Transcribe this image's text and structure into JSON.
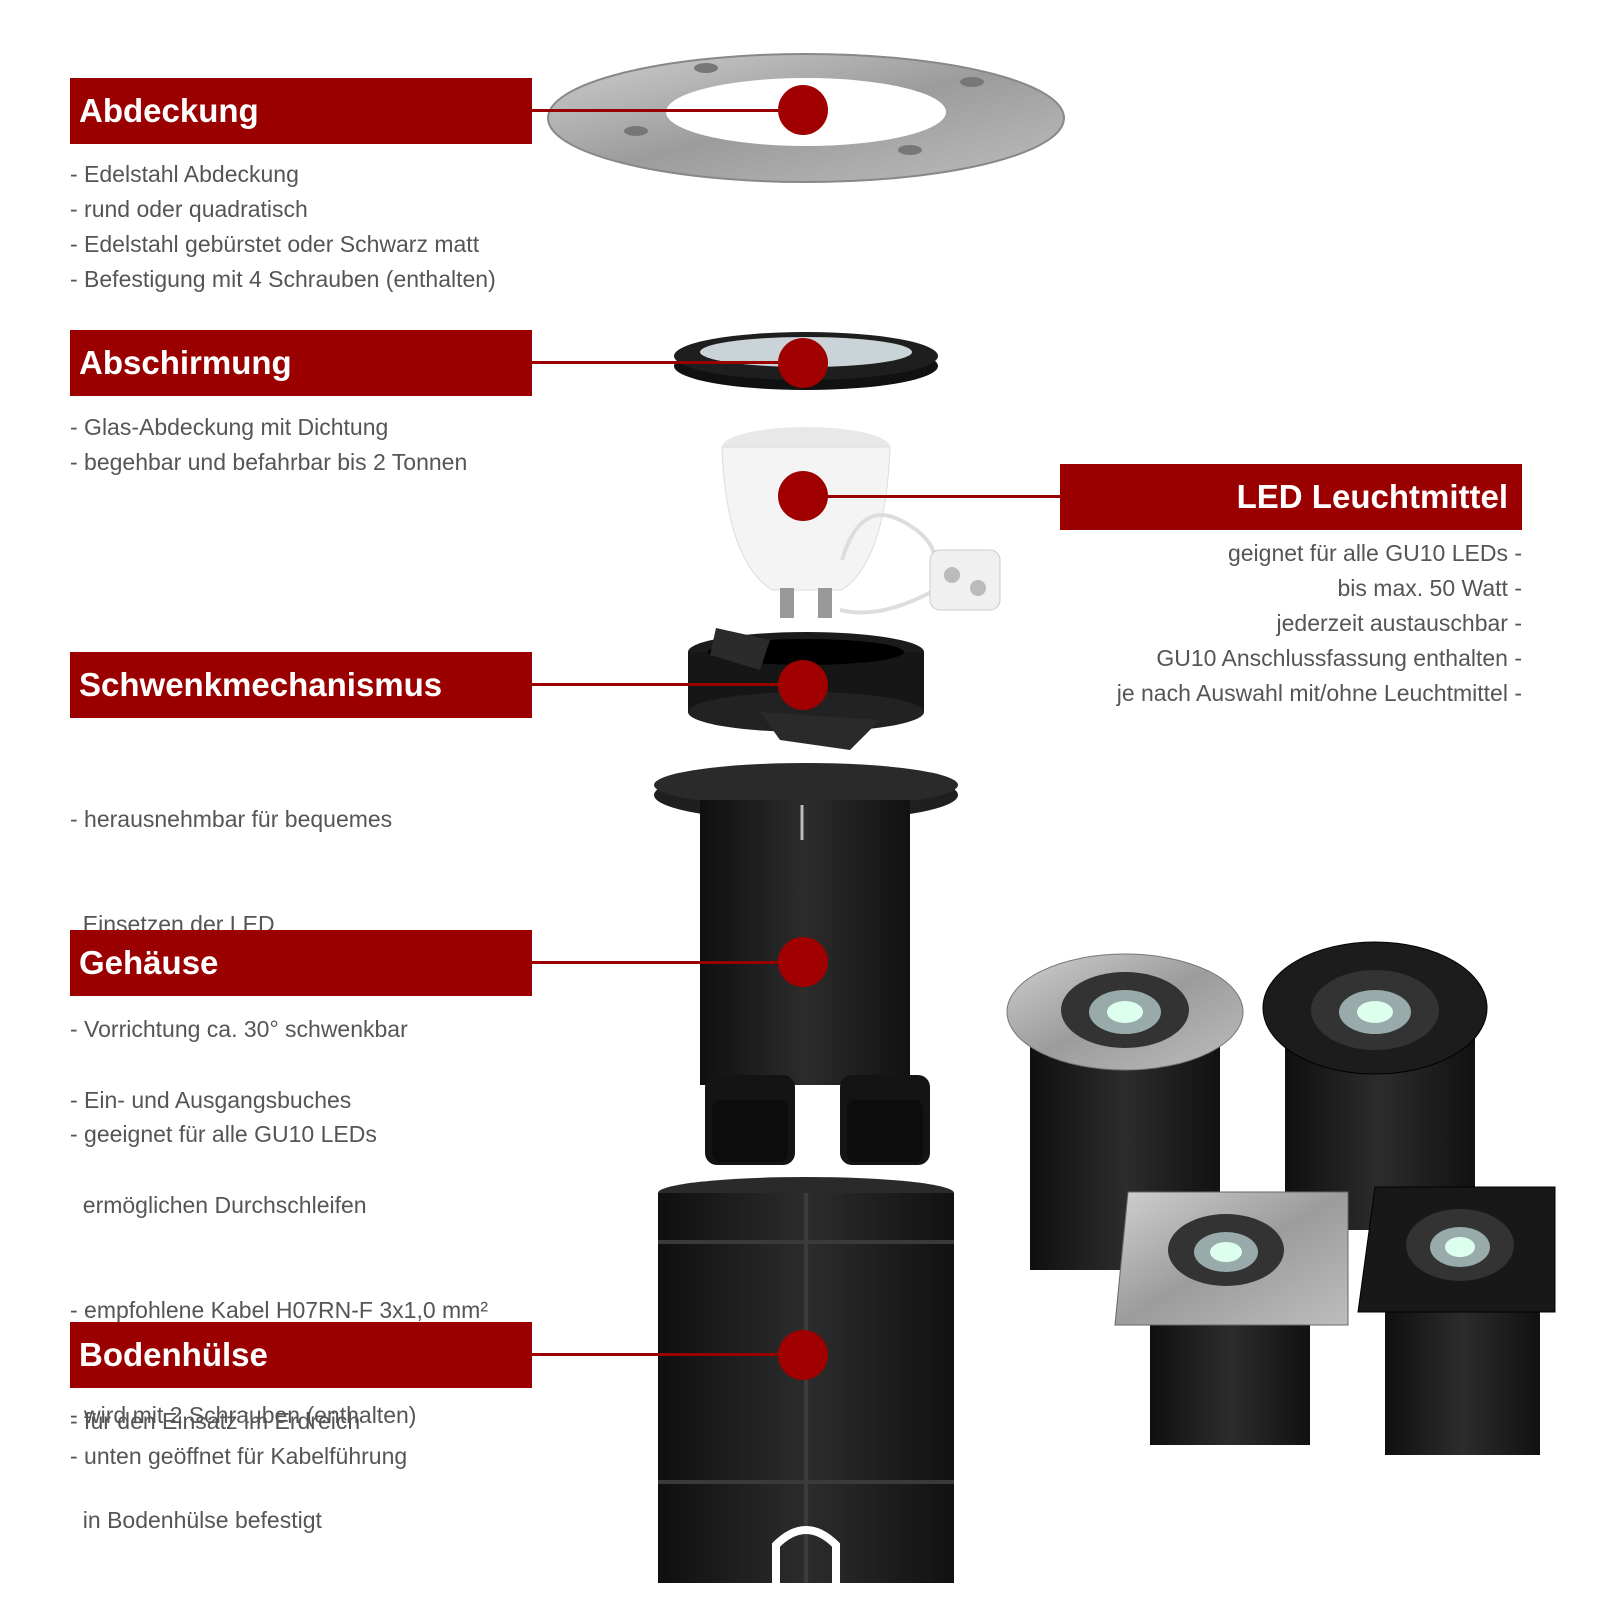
{
  "sections": {
    "abdeckung": {
      "title": "Abdeckung",
      "items": [
        "- Edelstahl Abdeckung",
        "- rund oder quadratisch",
        "- Edelstahl gebürstet oder Schwarz matt",
        "- Befestigung mit 4 Schrauben (enthalten)"
      ]
    },
    "abschirmung": {
      "title": "Abschirmung",
      "items": [
        "- Glas-Abdeckung mit Dichtung",
        "- begehbar und befahrbar bis 2 Tonnen"
      ]
    },
    "led": {
      "title": "LED Leuchtmittel",
      "items": [
        "geignet für alle GU10 LEDs -",
        "bis max. 50 Watt -",
        "jederzeit austauschbar -",
        "GU10 Anschlussfassung enthalten -",
        "je nach Auswahl mit/ohne Leuchtmittel -"
      ]
    },
    "schwenk": {
      "title": "Schwenkmechanismus",
      "items": [
        "- herausnehmbar für bequemes",
        "  Einsetzen der LED",
        "- Vorrichtung ca. 30° schwenkbar",
        "- geeignet für alle GU10 LEDs"
      ]
    },
    "gehaeuse": {
      "title": "Gehäuse",
      "items": [
        "- Ein- und Ausgangsbuches",
        "  ermöglichen Durchschleifen",
        "- empfohlene Kabel H07RN-F 3x1,0 mm²",
        "- wird mit 2 Schrauben (enthalten)",
        "  in Bodenhülse befestigt"
      ]
    },
    "bodenhuelse": {
      "title": "Bodenhülse",
      "items": [
        "- für den Einsatz im Erdreich",
        "- unten geöffnet für Kabelführung"
      ]
    }
  },
  "colors": {
    "accent": "#9b0000",
    "text": "#555555",
    "steel": "#a9a9a9",
    "black_part": "#1a1a1a"
  }
}
